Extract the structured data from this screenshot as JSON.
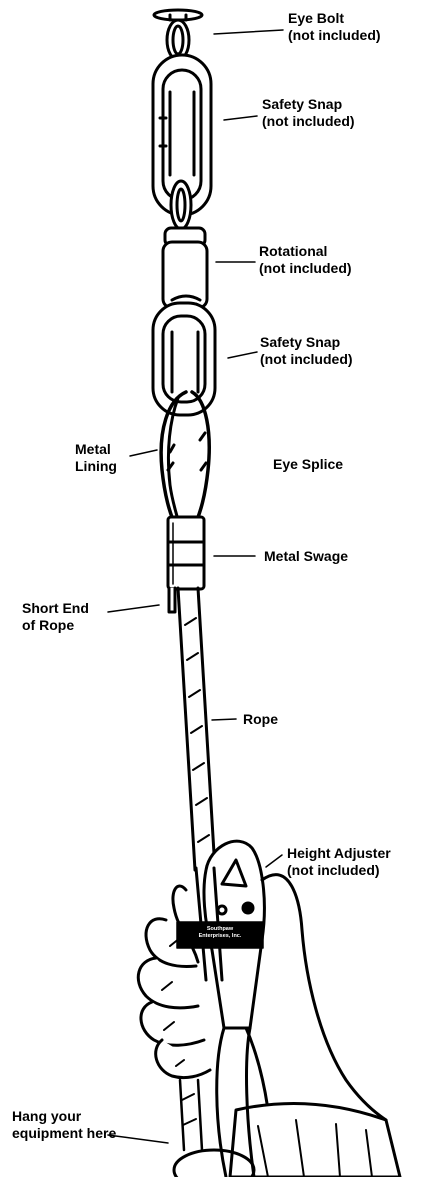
{
  "labels": {
    "eye_bolt": {
      "line1": "Eye Bolt",
      "line2": "(not included)"
    },
    "safety_snap_top": {
      "line1": "Safety Snap",
      "line2": "(not included)"
    },
    "rotational": {
      "line1": "Rotational",
      "line2": "(not included)"
    },
    "safety_snap_bottom": {
      "line1": "Safety Snap",
      "line2": "(not included)"
    },
    "metal_lining": {
      "line1": "Metal",
      "line2": "Lining"
    },
    "eye_splice": {
      "line1": "Eye Splice"
    },
    "metal_swage": {
      "line1": "Metal Swage"
    },
    "short_end": {
      "line1": "Short End",
      "line2": "of Rope"
    },
    "rope": {
      "line1": "Rope"
    },
    "height_adjuster": {
      "line1": "Height Adjuster",
      "line2": "(not included)"
    },
    "hang_equipment": {
      "line1": "Hang your",
      "line2": "equipment here"
    }
  },
  "brand_plate": {
    "line1": "Southpaw",
    "line2": "Enterprises, Inc."
  }
}
